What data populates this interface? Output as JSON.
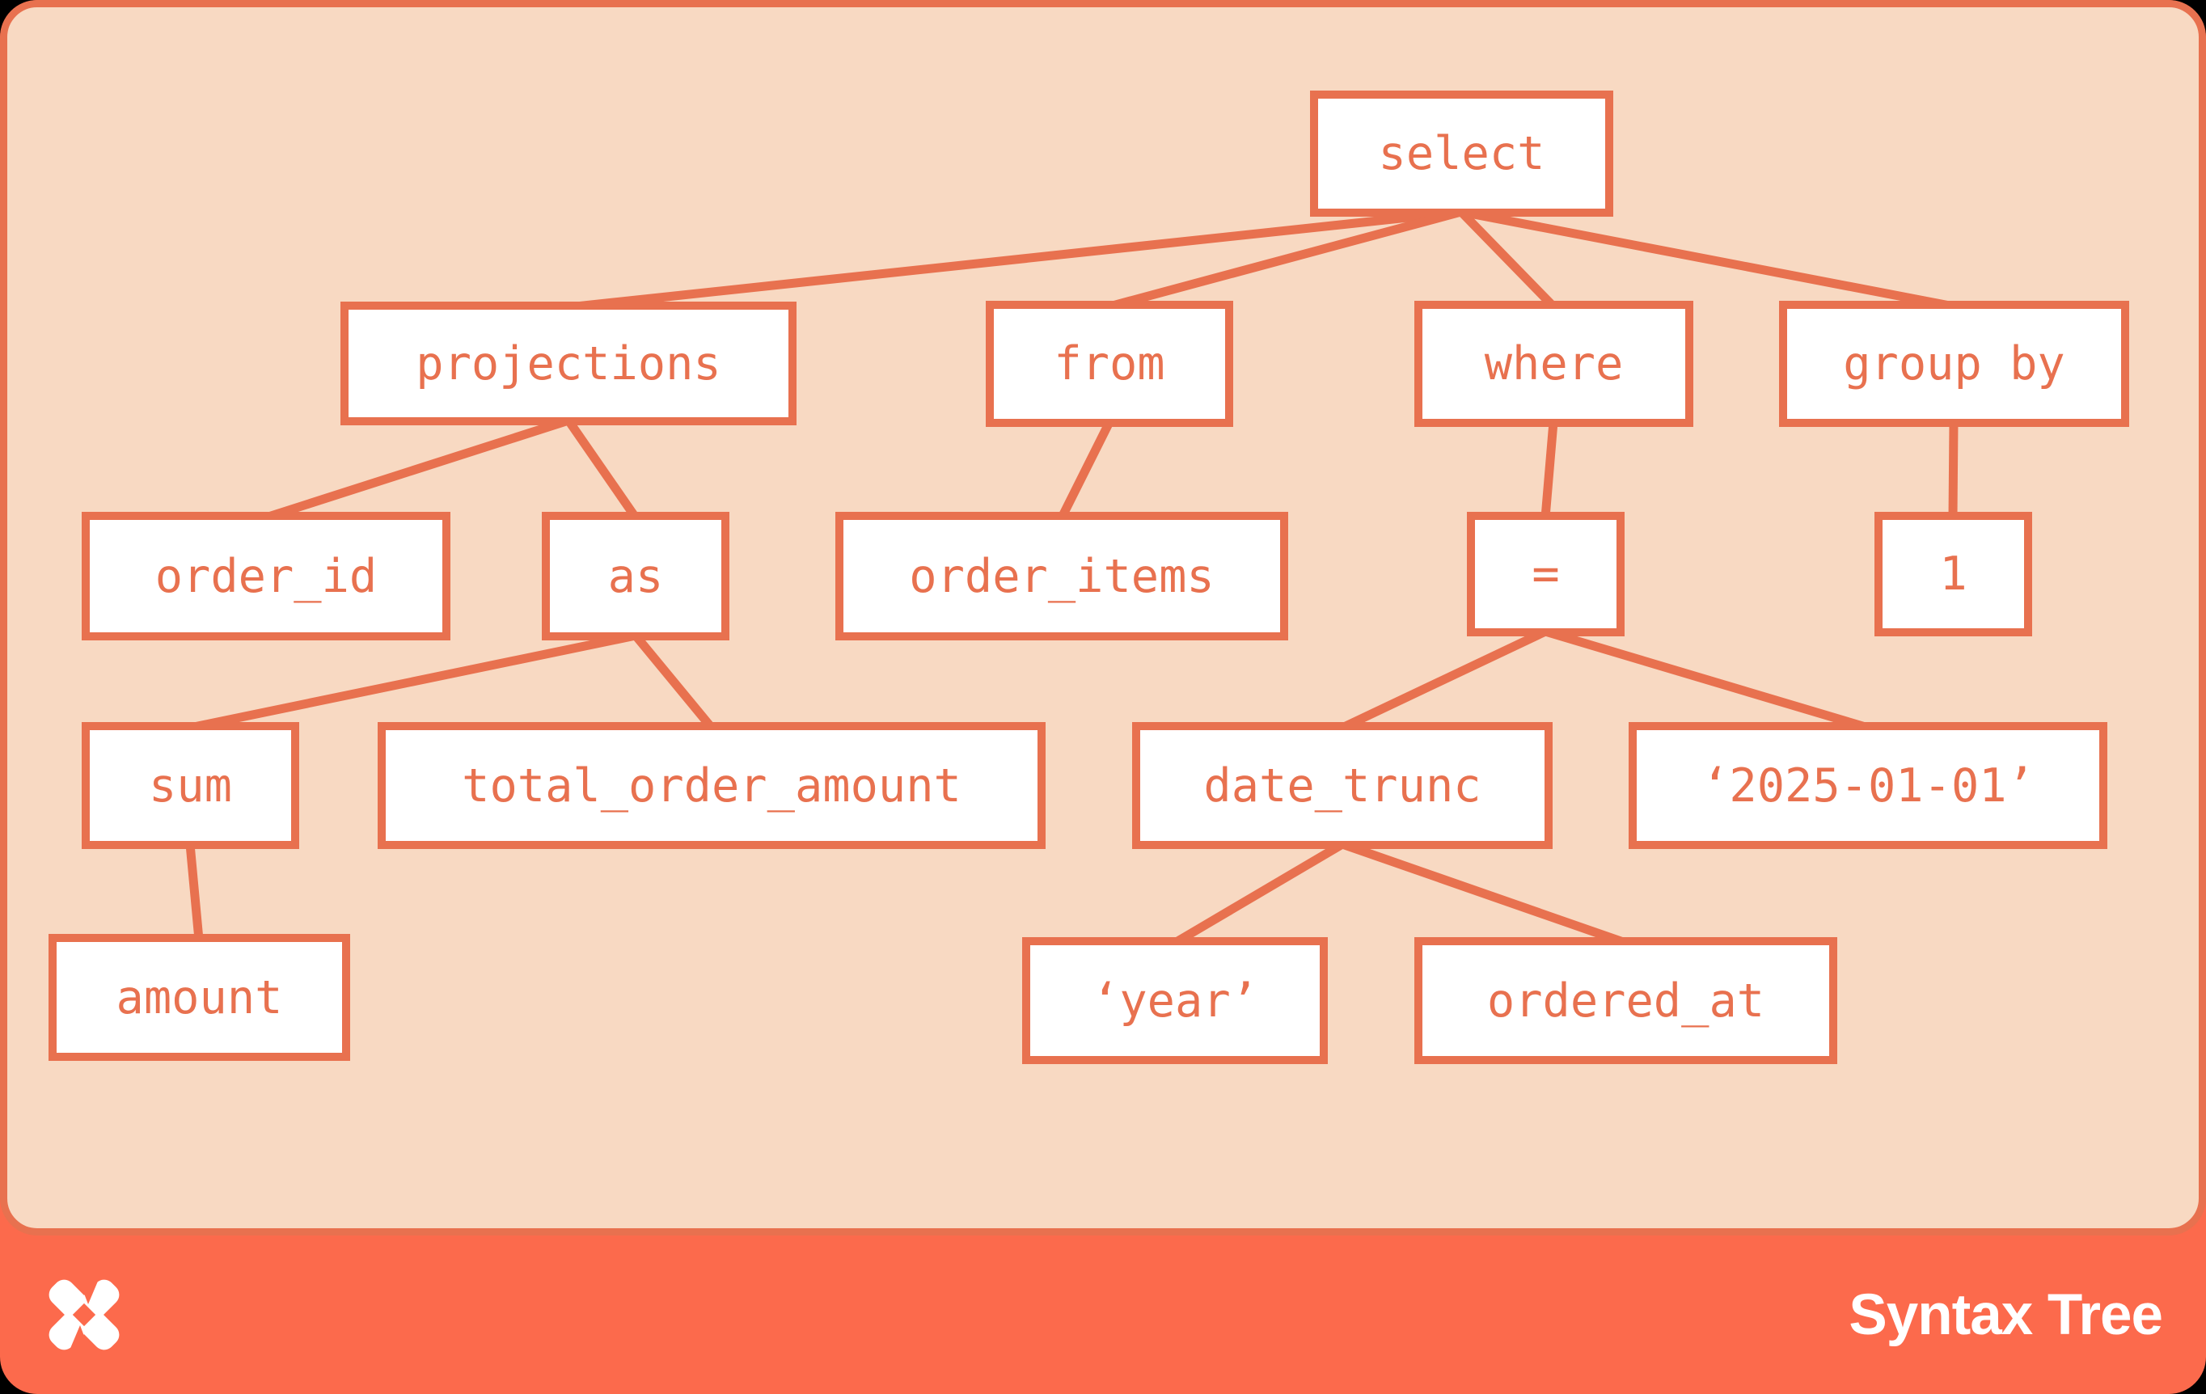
{
  "page": {
    "type": "syntax-tree-diagram"
  },
  "colors": {
    "card_orange": "#FC6A4C",
    "stroke_orange": "#E8714F",
    "panel_peach": "#F8D9C2",
    "box_fill": "#FFFFFF",
    "title_white": "#FFFFFF",
    "page_bg": "#000000"
  },
  "footer": {
    "title": "Syntax Tree",
    "logo": "x-pinwheel-logo"
  },
  "tree": {
    "root": "select",
    "nodes": {
      "select": {
        "label": "select"
      },
      "projections": {
        "label": "projections"
      },
      "from": {
        "label": "from"
      },
      "where": {
        "label": "where"
      },
      "group_by": {
        "label": "group by"
      },
      "order_id": {
        "label": "order_id"
      },
      "as": {
        "label": "as"
      },
      "order_items": {
        "label": "order_items"
      },
      "eq": {
        "label": "="
      },
      "one": {
        "label": "1"
      },
      "sum": {
        "label": "sum"
      },
      "total_order_amount": {
        "label": "total_order_amount"
      },
      "date_trunc": {
        "label": "date_trunc"
      },
      "date_literal": {
        "label": "‘2025-01-01’"
      },
      "amount": {
        "label": "amount"
      },
      "year_literal": {
        "label": "‘year’"
      },
      "ordered_at": {
        "label": "ordered_at"
      }
    },
    "structure": {
      "select": [
        "projections",
        "from",
        "where",
        "group_by"
      ],
      "projections": [
        "order_id",
        "as"
      ],
      "from": [
        "order_items"
      ],
      "where": [
        "eq"
      ],
      "group_by": [
        "one"
      ],
      "as": [
        "sum",
        "total_order_amount"
      ],
      "sum": [
        "amount"
      ],
      "eq": [
        "date_trunc",
        "date_literal"
      ],
      "date_trunc": [
        "year_literal",
        "ordered_at"
      ]
    }
  }
}
